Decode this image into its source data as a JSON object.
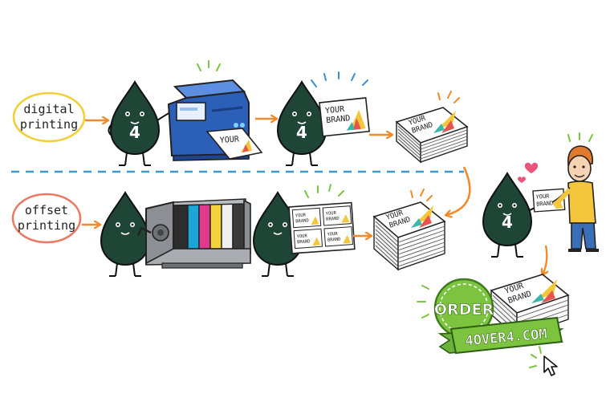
{
  "labels": {
    "digital": {
      "line1": "digital",
      "line2": "printing"
    },
    "offset": {
      "line1": "offset",
      "line2": "printing"
    }
  },
  "mascot": {
    "number": "4"
  },
  "card": {
    "line1": "YOUR",
    "line2": "BRAND"
  },
  "order": {
    "badge": "ORDER",
    "url": "4OVER4.COM"
  },
  "colors": {
    "mascot": "#1f4536",
    "ink": "#222222",
    "printer_blue": "#2c5fb8",
    "arrow_orange": "#ef8b2c",
    "accent_blue": "#3b8fcf",
    "green": "#7cc43f",
    "digital_circle": "#f2cf3a",
    "offset_circle": "#ea7a62",
    "divider": "#3b9ad4",
    "heart": "#e9547b"
  },
  "icons": {
    "mascot": "ink-drop-mascot-icon",
    "printer": "digital-printer-icon",
    "press": "offset-press-icon",
    "stack": "paper-stack-icon",
    "cursor": "cursor-icon",
    "heart": "heart-icon",
    "person": "customer-icon"
  }
}
